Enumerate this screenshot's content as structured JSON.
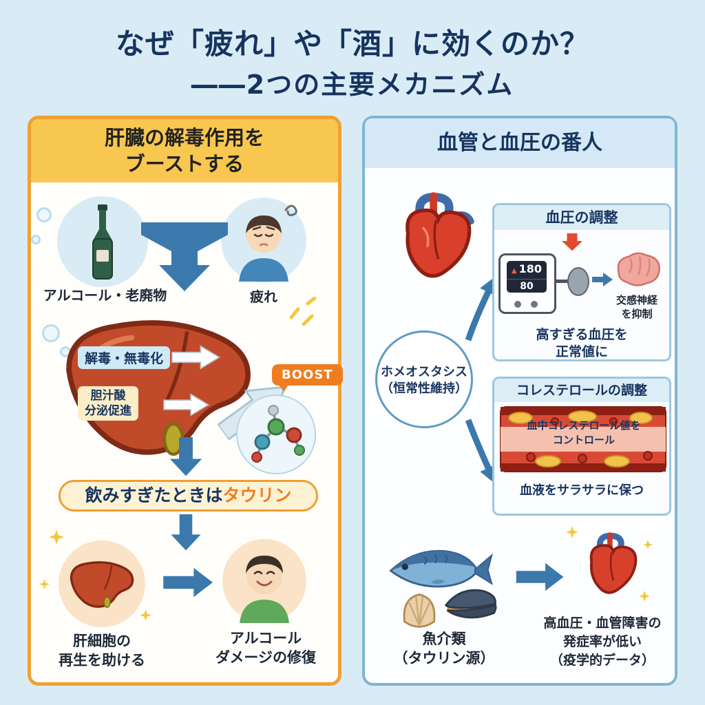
{
  "title": {
    "line1": "なぜ「疲れ」や「酒」に効くのか？",
    "line2": "――2つの主要メカニズム"
  },
  "colors": {
    "background": "#d9ecf5",
    "title_text": "#17335f",
    "left_border": "#f0a033",
    "left_header_bg": "#f8c74f",
    "right_border": "#7db6d2",
    "right_header_bg": "#d4e9f5",
    "arrow_blue": "#3b79ad",
    "accent_orange": "#ef7d1f",
    "liver_red": "#c04a2a"
  },
  "left_panel": {
    "header_line1": "肝臓の解毒作用を",
    "header_line2": "ブーストする",
    "alcohol_label": "アルコール・老廃物",
    "fatigue_label": "疲れ",
    "detox_label": "解毒・無毒化",
    "bile_label": "胆汁酸\n分泌促進",
    "boost_label": "BOOST",
    "banner_prefix": "飲みすぎたときは",
    "banner_highlight": "タウリン",
    "regen_label": "肝細胞の\n再生を助ける",
    "repair_label": "アルコール\nダメージの修復"
  },
  "right_panel": {
    "header": "血管と血圧の番人",
    "homeostasis_line1": "ホメオスタシス",
    "homeostasis_line2": "（恒常性維持）",
    "bp_box": {
      "title": "血圧の調整",
      "monitor_systolic": "180",
      "monitor_diastolic": "80",
      "nerve_label": "交感神経\nを抑制",
      "caption": "高すぎる血圧を\n正常値に"
    },
    "chol_box": {
      "title": "コレステロールの調整",
      "vessel_label": "血中コレステロール値を\nコントロール",
      "caption": "血液をサラサラに保つ"
    },
    "seafood_label": "魚介類\n（タウリン源）",
    "outcome_label": "高血圧・血管障害の\n発症率が低い\n（疫学的データ）"
  },
  "icons": {
    "wine-bottle-icon": "green bottle with bubbles",
    "tired-person-icon": "person with closed eyes and dizzy swirl",
    "converge-arrow-icon": "blue funnel arrow down",
    "liver-icon": "red-brown liver with gallbladder",
    "molecule-icon": "taurine molecule ball-and-stick",
    "sparkle-icon": "yellow four-point star",
    "happy-person-icon": "smiling person",
    "heart-icon": "anatomical heart with vessels",
    "bp-monitor-icon": "blood pressure monitor with bulb",
    "brain-icon": "pink brain",
    "vessel-icon": "artery with plaque and red blood cells",
    "fish-icon": "mackerel fish",
    "scallop-icon": "scallop shell",
    "mussel-icon": "open mussel shell",
    "arrow-right-icon": "blue block arrow right",
    "arrow-down-icon": "blue block arrow down"
  }
}
